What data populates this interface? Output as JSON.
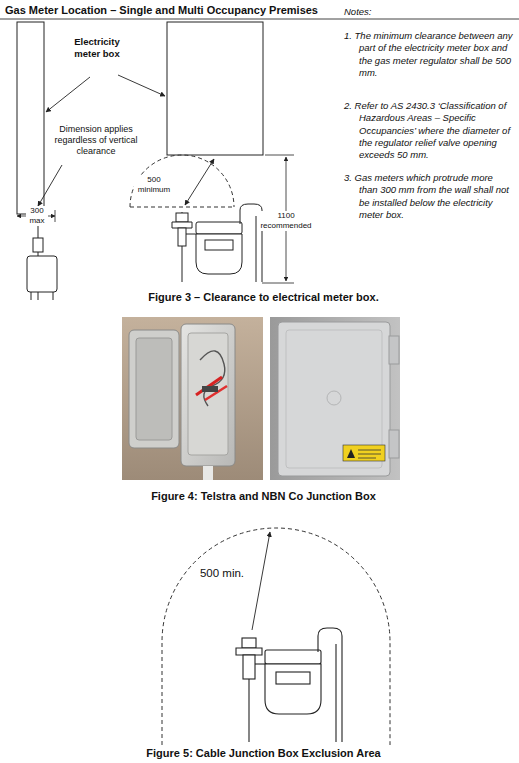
{
  "diagram": {
    "title": "Gas Meter Location – Single and Multi Occupancy Premises",
    "labels": [
      "Electricity meter box",
      "Dimension applies regardless of vertical clearance",
      "300 max",
      "500 minimum",
      "1100 recommended",
      "Notes:",
      "1. The minimum clearance between any part of the electricity meter box and the gas meter regulator shall be 500 mm.",
      "2. Refer to AS 2430.3 ‘Classification of Hazardous Areas – Specific Occupancies’ where the diameter of the regulator relief valve opening exceeds 50 mm.",
      "3. Gas meters which protrude more than 300 mm from the wall shall not be installed below the electricity meter box.",
      "Figure 3 – Clearance to electrical meter box.",
      "Figure 4: Telstra and NBN Co Junction Box",
      "500 min.",
      "Figure 5: Cable Junction Box Exclusion Area"
    ]
  }
}
